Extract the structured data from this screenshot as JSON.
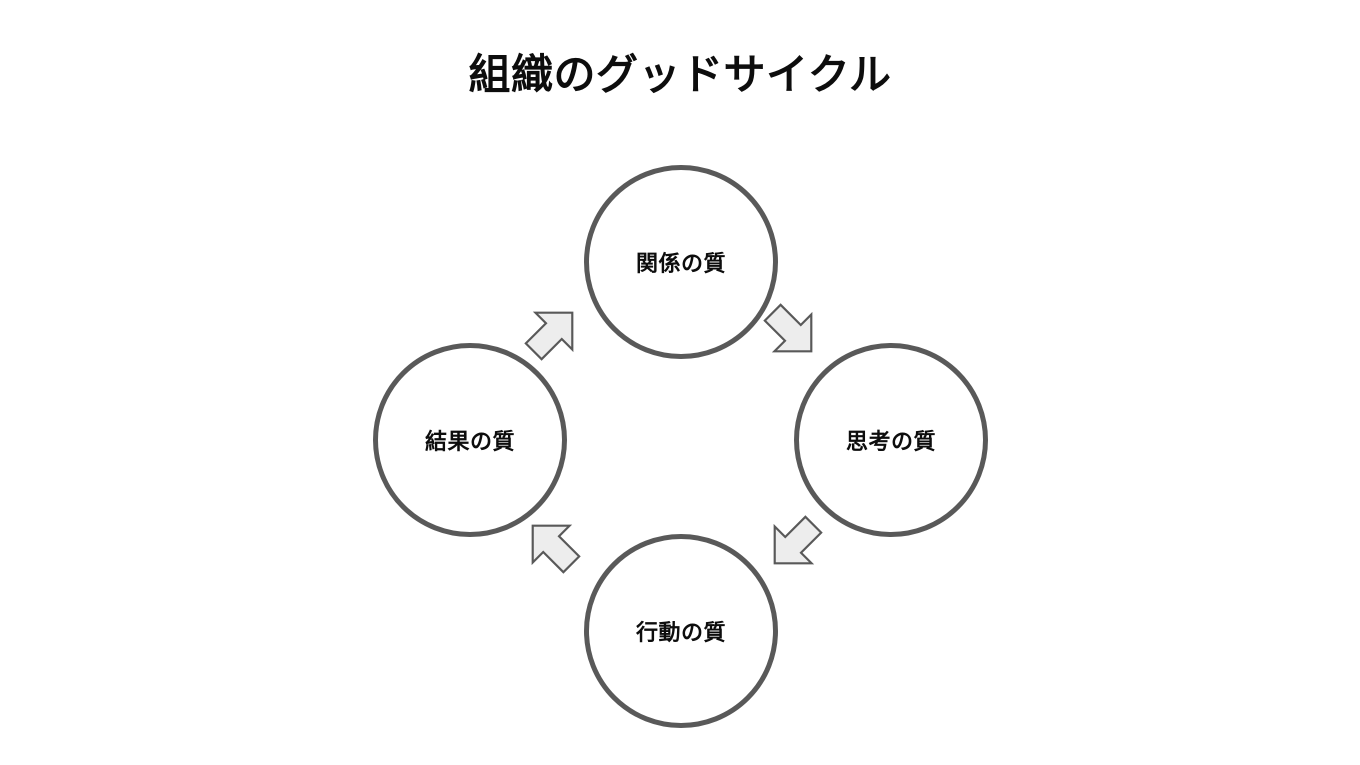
{
  "slide": {
    "title": "組織のグッドサイクル",
    "background_color": "#FFFFFF"
  },
  "theme": {
    "circle_stroke_color": "#595959",
    "circle_fill_color": "#FFFFFF",
    "arrow_fill_color": "#EDEDED",
    "arrow_stroke_color": "#595959",
    "text_color": "#0D0D0D"
  },
  "diagram": {
    "type": "cycle",
    "direction": "clockwise",
    "node_count": 4,
    "nodes": [
      {
        "id": "relationship",
        "label": "関係の質",
        "position": "top"
      },
      {
        "id": "thinking",
        "label": "思考の質",
        "position": "right"
      },
      {
        "id": "action",
        "label": "行動の質",
        "position": "bottom"
      },
      {
        "id": "result",
        "label": "結果の質",
        "position": "left"
      }
    ],
    "arrows": [
      {
        "id": "arrow-top-right",
        "from": "relationship",
        "to": "thinking",
        "direction": "down-right"
      },
      {
        "id": "arrow-bottom-right",
        "from": "thinking",
        "to": "action",
        "direction": "down-left"
      },
      {
        "id": "arrow-bottom-left",
        "from": "action",
        "to": "result",
        "direction": "up-left"
      },
      {
        "id": "arrow-top-left",
        "from": "result",
        "to": "relationship",
        "direction": "up-right"
      }
    ]
  }
}
